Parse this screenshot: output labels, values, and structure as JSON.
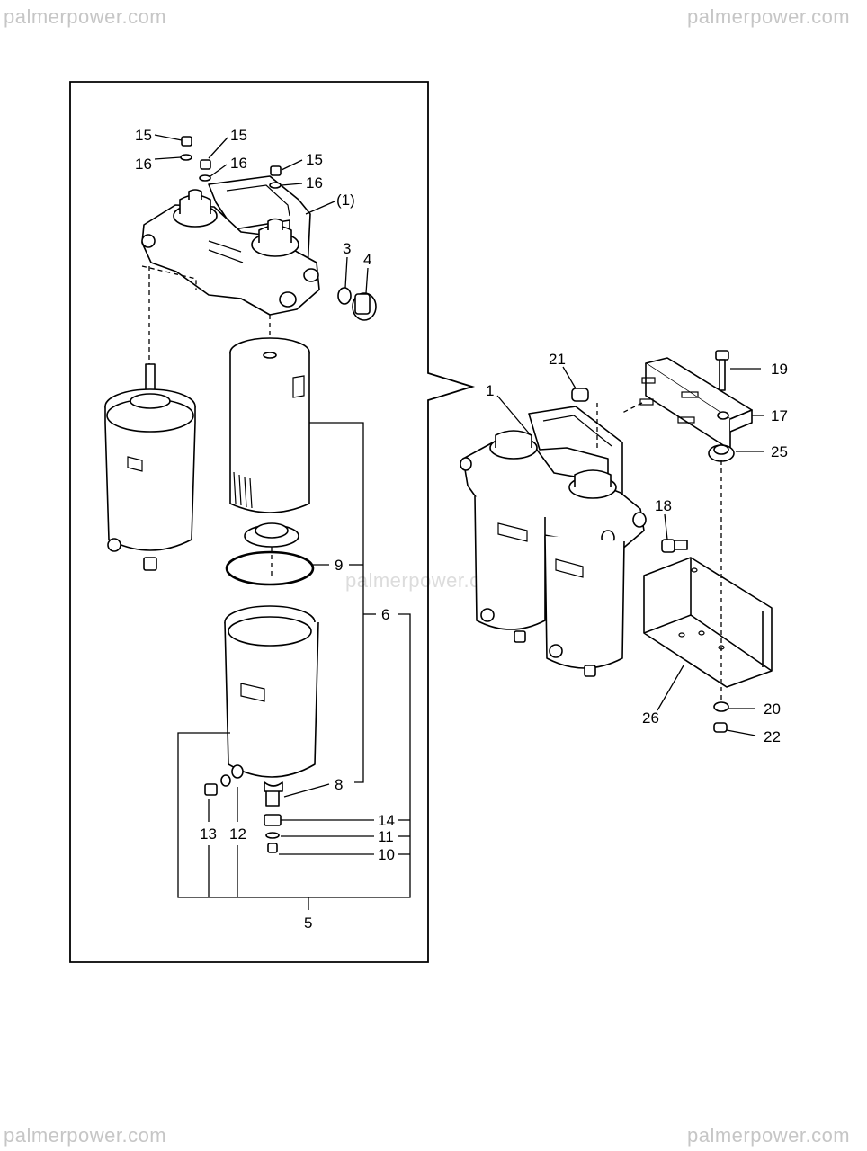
{
  "watermark": {
    "text": "palmerpower.com"
  },
  "callouts": {
    "c1": "1",
    "c1p": "(1)",
    "c3": "3",
    "c4": "4",
    "c5": "5",
    "c6": "6",
    "c8": "8",
    "c9": "9",
    "c10": "10",
    "c11": "11",
    "c12": "12",
    "c13": "13",
    "c14": "14",
    "c15": "15",
    "c16": "16",
    "c17": "17",
    "c18": "18",
    "c19": "19",
    "c20": "20",
    "c21": "21",
    "c22": "22",
    "c25": "25",
    "c26": "26"
  }
}
